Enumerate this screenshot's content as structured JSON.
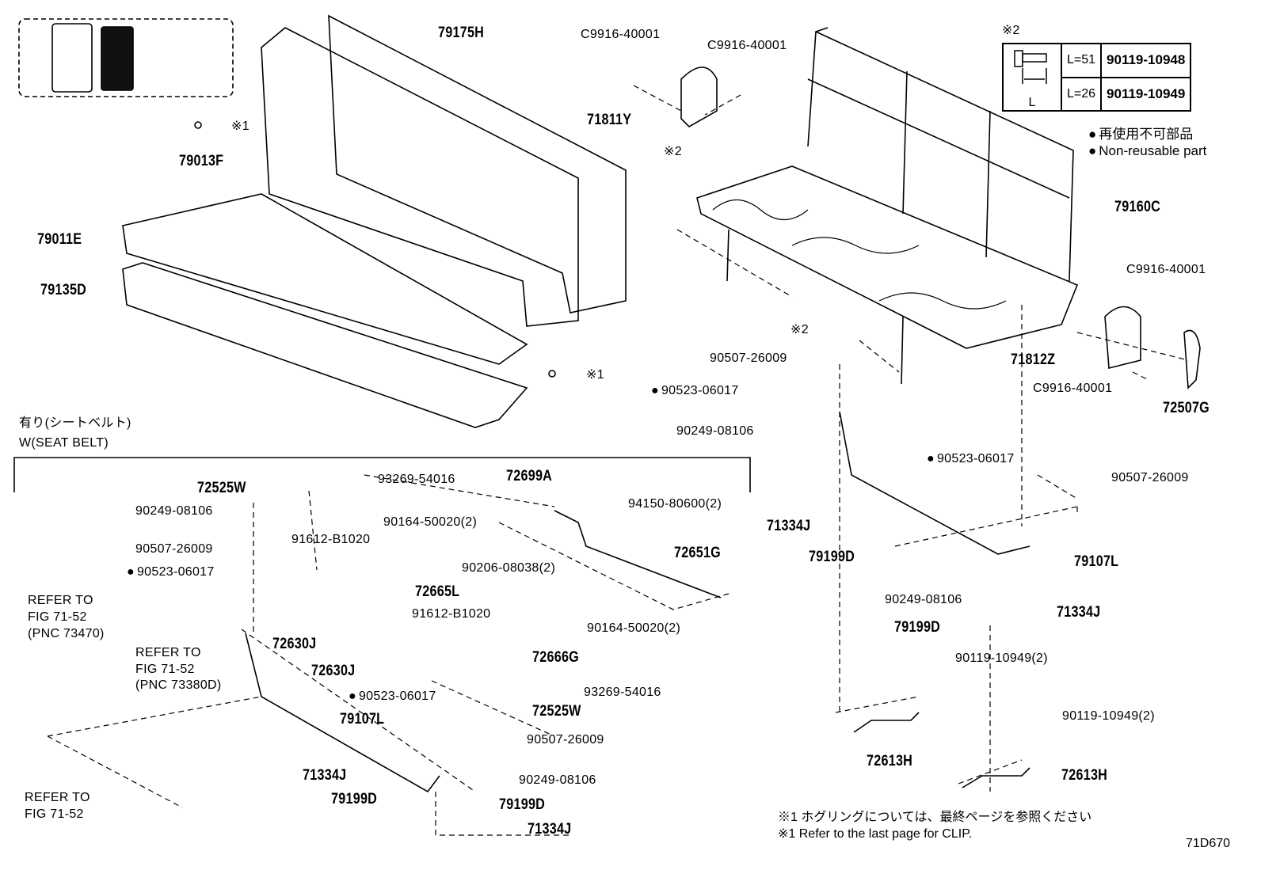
{
  "labels": [
    "79175H",
    "C9916-40001",
    "C9916-40001",
    "※1",
    "71811Y",
    "79013F",
    "※2",
    "79011E",
    "79135D",
    "79160C",
    "C9916-40001",
    "※2",
    "90507-26009",
    "71812Z",
    "C9916-40001",
    "72507G",
    "90523-06017",
    "※1",
    "有り(シートベルト)",
    "W(SEAT BELT)",
    "90249-08106",
    "90523-06017",
    "90507-26009",
    "72525W",
    "93269-54016",
    "72699A",
    "94150-80600(2)",
    "90249-08106",
    "90164-50020(2)",
    "71334J",
    "91612-B1020",
    "90507-26009",
    "72651G",
    "79199D",
    "79107L",
    "90206-08038(2)",
    "90523-06017",
    "72665L",
    "REFER TO",
    "FIG 71-52",
    "(PNC 73470)",
    "90249-08106",
    "71334J",
    "91612-B1020",
    "79199D",
    "90164-50020(2)",
    "72630J",
    "REFER TO",
    "FIG 71-52",
    "(PNC 73380D)",
    "72666G",
    "90119-10949(2)",
    "72630J",
    "93269-54016",
    "90523-06017",
    "72525W",
    "90119-10949(2)",
    "79107L",
    "90507-26009",
    "72613H",
    "72613H",
    "71334J",
    "90249-08106",
    "REFER TO",
    "FIG 71-52",
    "79199D",
    "79199D",
    "71334J"
  ],
  "spec_table": {
    "marker": "※2",
    "dimension_label": "L",
    "rows": [
      {
        "length": "L=51",
        "part": "90119-10948"
      },
      {
        "length": "L=26",
        "part": "90119-10949"
      }
    ]
  },
  "legend": {
    "jp": "再使用不可部品",
    "en": "Non-reusable part"
  },
  "notes": {
    "jp": "※1  ホグリングについては、最終ページを参照ください",
    "en": "※1  Refer to the last page for CLIP."
  },
  "figure_code": "71D670"
}
